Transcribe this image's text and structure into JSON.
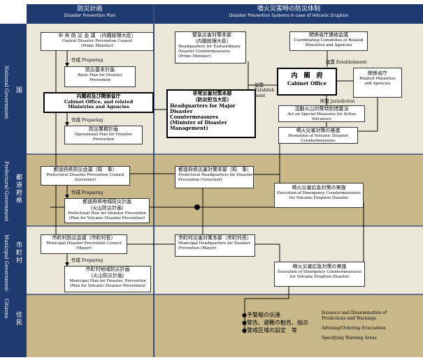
{
  "columns": {
    "plan": {
      "jp": "防災計画",
      "en": "Disaster Prevention Plan"
    },
    "system": {
      "jp": "噴火災害時の防災体制",
      "en": "Disaster Prevention Systems in case of Volcanic Eruption"
    }
  },
  "rows": {
    "national": {
      "en": "National Government",
      "jp": "国"
    },
    "prefectural": {
      "en": "Prefectural Government",
      "jp": "都道府県"
    },
    "municipal": {
      "en": "Municipal Government",
      "jp": "市町村"
    },
    "citizens": {
      "en": "Citizens",
      "jp": "住民"
    }
  },
  "boxes": {
    "central_council": {
      "jp": "中 央 防 災 会 議 （内閣総理大臣）",
      "en": "Central Disaster Prevention Council",
      "en2": "(Prime Minister)"
    },
    "basic_plan": {
      "jp": "防災基本計画",
      "en": "Basic Plan for Disaster",
      "en2": "Prevention"
    },
    "cabinet_agencies": {
      "jp": "内閣府及び関係省庁",
      "en": "Cabinet Office, and related",
      "en2": "Ministries and Agencies"
    },
    "operational_plan": {
      "jp": "防災業務計画",
      "en": "Operational Plan for Disaster",
      "en2": "Prevention"
    },
    "emergency_hq": {
      "jp": "緊急災害対策本部",
      "jp2": "（内閣総理大臣）",
      "en": "Headquarters for Extraordinary",
      "en2": "Disaster Countermeasures",
      "en3": "(Prime Minister)"
    },
    "major_hq": {
      "jp": "非常災害対策本部",
      "jp2": "（防災担当大臣）",
      "en": "Headquarters for Major",
      "en2": "Disaster",
      "en3": "Countermeasures",
      "en4": "(Minister of Disaster",
      "en5": "Management)"
    },
    "liaison": {
      "jp": "関係省庁連絡会議",
      "en": "Coordinating Committee of Related",
      "en2": "Ministries and Agencies"
    },
    "cabinet_office": {
      "jp": "内　閣　府",
      "en": "Cabinet Office"
    },
    "related_ministries": {
      "jp": "関係省庁",
      "en": "Related Ministries",
      "en2": "and Agencies"
    },
    "active_volcano_act": {
      "jp": "活動火山対策特別措置法",
      "en": "Act on Special Measures for Active",
      "en2": "Volcanoes"
    },
    "promotion": {
      "jp": "噴火災害対策の推進",
      "en": "Promotion of Volcanic Disaster",
      "en2": "Countermeasures"
    },
    "pref_council": {
      "jp": "都道府県防災会議（知　事）",
      "en": "Prefectural Disaster Prevention Council",
      "en2": "(Governor)"
    },
    "pref_plan": {
      "jp": "都道府県地域防災計画",
      "jp2": "（火山防災計画）",
      "en": "Prefectural Plan for Disaster Prevention",
      "en2": "(Plan for Volcanic Disaster Prevention)"
    },
    "pref_hq": {
      "jp": "都道府県災害対策本部（知　事）",
      "en": "Prefectural Headquarters for Disaster",
      "en2": "Prevention  (Governor)"
    },
    "pref_exec": {
      "jp": "噴火災害応急対策の実施",
      "en": "Execution of Emergency Countermeasures",
      "en2": "for Volcanic Eruption Disaster"
    },
    "muni_council": {
      "jp": "市町村防災会議（市町村長）",
      "en": "Municipal Disaster Prevention Council",
      "en2": "(Mayor)"
    },
    "muni_plan": {
      "jp": "市町村地域防災計画",
      "jp2": "（火山防災計画）",
      "en": "Municipal Plan for Disaster. Prevention",
      "en2": "(Plan for Volcanic Disaster Prevention)"
    },
    "muni_hq": {
      "jp": "市町村災害対策本部（市町村長）",
      "en": "Municipal Headquarters for Disaster",
      "en2": "Prevention  (Mayor)"
    },
    "muni_exec": {
      "jp": "噴火災害応急対策の実施",
      "en": "Execution of Emergency Countermeasures",
      "en2": "for Volcanic Eruption Disaster"
    }
  },
  "labels": {
    "preparing_jp": "作成",
    "preparing_en": "Preparing",
    "establish_jp": "設置",
    "establish_en": "Establish",
    "establish_en_cont": "ment",
    "establishment_en": "Establishment",
    "jurisdiction_jp": "所管",
    "jurisdiction_en": "jurisdiction"
  },
  "citizens": {
    "items": [
      {
        "jp": "●予警報の伝達",
        "en": "Issuance and Dissemination of",
        "en2": "Predictions and Warnings"
      },
      {
        "jp": "●警告、避難の勧告、指示",
        "en": "Advising/Ordering Evacuation"
      },
      {
        "jp": "●警戒区域の設定　等",
        "en": "Specifying Warning Areas"
      }
    ]
  },
  "colors": {
    "header": "#1e3a6e",
    "band_light": "#ece8d9",
    "band_dark": "#c9b98a",
    "divider": "#3a4f7a"
  }
}
